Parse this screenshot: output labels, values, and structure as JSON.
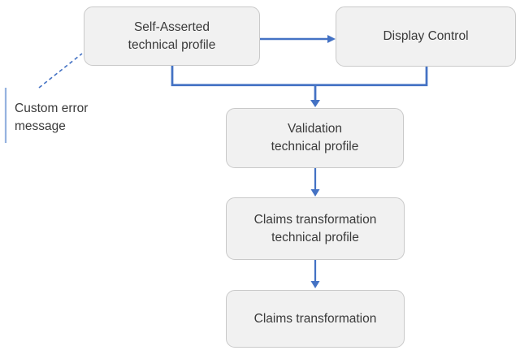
{
  "diagram": {
    "type": "flowchart",
    "nodes": {
      "self_asserted": {
        "id": "self-asserted-technical-profile",
        "label": "Self-Asserted\ntechnical profile"
      },
      "display_control": {
        "id": "display-control",
        "label": "Display Control"
      },
      "validation": {
        "id": "validation-technical-profile",
        "label": "Validation\ntechnical profile"
      },
      "claims_tp": {
        "id": "claims-transformation-technical-profile",
        "label": "Claims transformation\ntechnical profile"
      },
      "claims_transformation": {
        "id": "claims-transformation",
        "label": "Claims transformation"
      }
    },
    "annotation": {
      "label": "Custom error\nmessage",
      "connected_to": "self-asserted-technical-profile",
      "connector_style": "dashed"
    },
    "edges": [
      {
        "from": "self-asserted-technical-profile",
        "to": "display-control",
        "style": "solid-arrow"
      },
      {
        "from": "self-asserted-technical-profile",
        "to": "validation-technical-profile",
        "style": "elbow-merge-arrow"
      },
      {
        "from": "display-control",
        "to": "validation-technical-profile",
        "style": "elbow-merge-arrow"
      },
      {
        "from": "validation-technical-profile",
        "to": "claims-transformation-technical-profile",
        "style": "solid-arrow"
      },
      {
        "from": "claims-transformation-technical-profile",
        "to": "claims-transformation",
        "style": "solid-arrow"
      }
    ],
    "colors": {
      "connector": "#4472c4",
      "node_fill": "#f1f1f1",
      "node_border": "#c9c9c9",
      "text": "#3a3a3a",
      "annotation_bar": "#96b3e0",
      "background": "#ffffff"
    }
  }
}
